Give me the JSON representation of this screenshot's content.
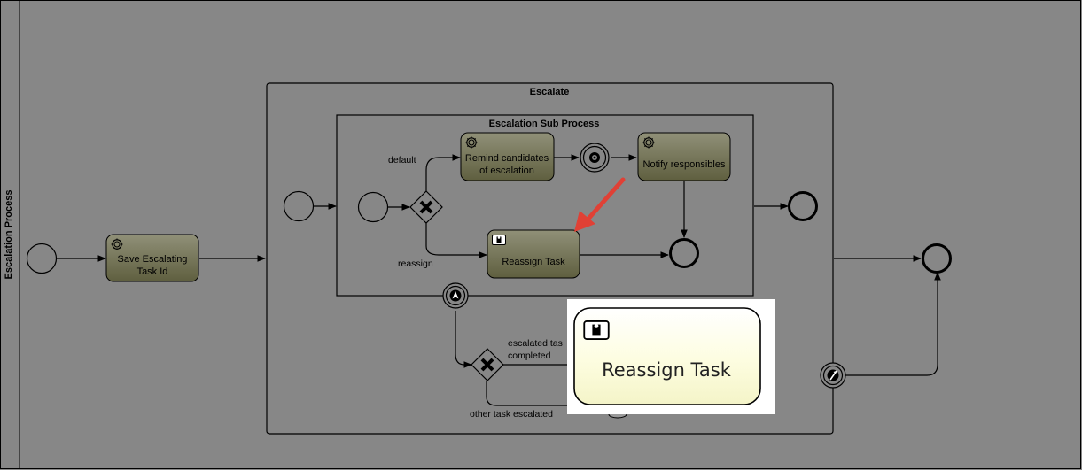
{
  "pool": {
    "label": "Escalation Process"
  },
  "subprocess_outer": {
    "label": "Escalate"
  },
  "subprocess_inner": {
    "label": "Escalation Sub Process"
  },
  "tasks": {
    "save_escalating": [
      "Save Escalating",
      "Task Id"
    ],
    "remind": [
      "Remind candidates",
      "of escalation"
    ],
    "notify": "Notify responsibles",
    "reassign": "Reassign Task"
  },
  "edge_labels": {
    "default": "default",
    "reassign": "reassign",
    "escalated": [
      "escalated tas",
      "completed"
    ],
    "other": "other task escalated"
  },
  "zoom_callout": {
    "label": "Reassign Task"
  },
  "colors": {
    "background": "#878787",
    "task_gradient_top": "#909078",
    "task_gradient_bottom": "#5f5f3f",
    "callout_fill": "#fdfde0",
    "arrow": "#e04035"
  },
  "icons": [
    "gear-icon",
    "user-task-icon",
    "exclusive-gateway-icon",
    "escalation-event-icon",
    "intermediate-catch-icon"
  ]
}
